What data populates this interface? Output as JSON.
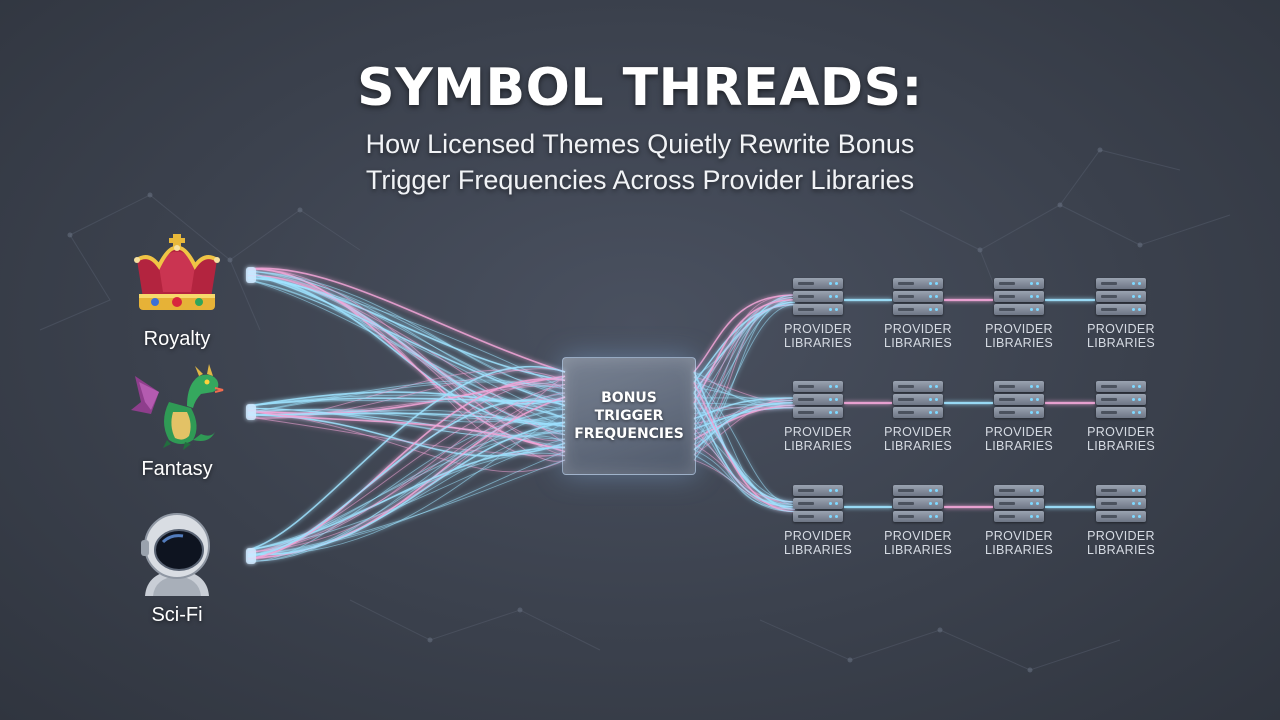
{
  "title": "SYMBOL THREADS:",
  "subtitle": {
    "line1": "How Licensed Themes Quietly Rewrite Bonus",
    "line2": "Trigger Frequencies Across Provider Libraries"
  },
  "themes": [
    {
      "label": "Royalty",
      "icon": "crown-icon"
    },
    {
      "label": "Fantasy",
      "icon": "dragon-icon"
    },
    {
      "label": "Sci-Fi",
      "icon": "astronaut-helmet-icon"
    }
  ],
  "hub": {
    "line1": "BONUS",
    "line2": "TRIGGER",
    "line3": "FREQUENCIES"
  },
  "providers": {
    "line1": "PROVIDER",
    "line2": "LIBRARIES",
    "rows": 3,
    "columns": 4,
    "icon": "server-rack-icon"
  },
  "colors": {
    "background": "#3b414d",
    "thread_blue": "#9fe3ff",
    "thread_pink": "#f3a6d8",
    "text": "#ffffff"
  }
}
